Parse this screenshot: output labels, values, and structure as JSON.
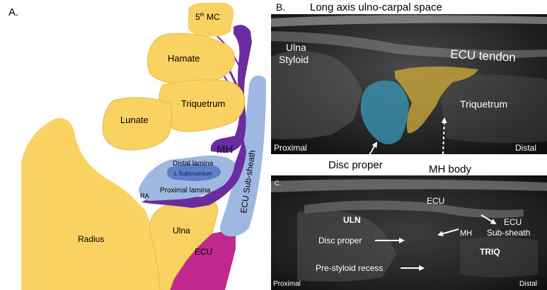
{
  "panel_a": {
    "letter": "A.",
    "labels": {
      "mc5_base": "5",
      "mc5_sup": "th",
      "mc5_rest": " MC",
      "hamate": "Hamate",
      "triquetrum": "Triquetrum",
      "lunate": "Lunate",
      "mh": "MH",
      "distal_lamina": "Distal lamina",
      "l_subcruentum": "L Subcruentum",
      "proximal_lamina": "Proximal lamina",
      "ra": "RA",
      "radius": "Radius",
      "ulna": "Ulna",
      "ecu": "ECU",
      "ecu_subsheath": "ECU Sub-sheath"
    },
    "colors": {
      "bone": "#f9d262",
      "purple": "#6a2c9e",
      "light_blue": "#9fb8e2",
      "mid_blue": "#5d7fc8",
      "ecu_magenta": "#c0288e"
    }
  },
  "panel_b": {
    "letter": "B.",
    "title": "Long axis ulno-carpal space",
    "labels": {
      "ulna": "Ulna",
      "styloid": "Styloid",
      "ecu_tendon": "ECU tendon",
      "triquetrum": "Triquetrum",
      "proximal": "Proximal",
      "distal": "Distal",
      "disc_proper": "Disc proper",
      "mh_body": "MH body"
    },
    "colors": {
      "disc": "#3a9ab8",
      "mh": "#c9a53a"
    }
  },
  "panel_c": {
    "letter": "C.",
    "labels": {
      "uln": "ULN",
      "ecu": "ECU",
      "ecu_subsheath_1": "ECU",
      "ecu_subsheath_2": "Sub-sheath",
      "mh": "MH",
      "disc_proper": "Disc proper",
      "triq": "TRIQ",
      "pre_styloid_recess": "Pre-styloid recess",
      "proximal": "Proximal",
      "distal": "Distal"
    }
  }
}
